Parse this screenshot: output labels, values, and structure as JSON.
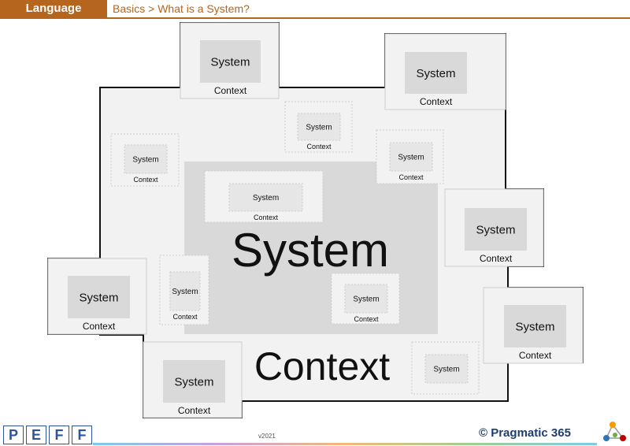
{
  "header": {
    "section": "Language",
    "breadcrumb": "Basics > What is a System?"
  },
  "diagram": {
    "main_system_label": "System",
    "main_context_label": "Context",
    "nested": [
      {
        "system": "System",
        "context": "Context"
      },
      {
        "system": "System",
        "context": "Context"
      },
      {
        "system": "System",
        "context": "Context"
      },
      {
        "system": "System",
        "context": "Context"
      },
      {
        "system": "System",
        "context": "Context"
      },
      {
        "system": "System",
        "context": "Context"
      },
      {
        "system": "System",
        "context": "Context"
      },
      {
        "system": "System",
        "context": "Context"
      },
      {
        "system": "System",
        "context": "Context"
      },
      {
        "system": "System",
        "context": "Context"
      },
      {
        "system": "System",
        "context": "Context"
      },
      {
        "system": "System",
        "context": "Context"
      },
      {
        "system": "System",
        "context": ""
      }
    ]
  },
  "footer": {
    "logo_letters": [
      "P",
      "E",
      "F",
      "F"
    ],
    "version": "v2021",
    "brand": "© Pragmatic 365"
  },
  "colors": {
    "accent": "#b5651d",
    "context_fill": "#f2f2f2",
    "system_fill": "#d9d9d9",
    "brand": "#1f3e6b"
  }
}
